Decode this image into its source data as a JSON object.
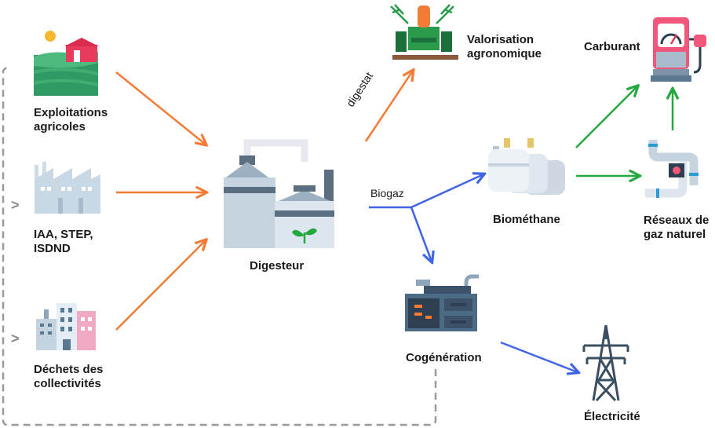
{
  "colors": {
    "feed_arrow": "#f47b35",
    "biogas_arrow": "#3f64e6",
    "biomethane_arrow": "#22a83c",
    "return_path": "#9a9a9a"
  },
  "nodes": {
    "farms": {
      "icon": "farm-icon",
      "lines": [
        "Exploitations",
        "agricoles"
      ]
    },
    "industry": {
      "icon": "factory-icon",
      "lines": [
        "IAA, STEP,",
        "ISDND"
      ]
    },
    "community": {
      "icon": "city-buildings-icon",
      "lines": [
        "Déchets des",
        "collectivités"
      ]
    },
    "digester": {
      "icon": "digester-plant-icon",
      "lines": [
        "Digesteur"
      ]
    },
    "agronomic": {
      "icon": "tractor-icon",
      "lines": [
        "Valorisation",
        "agronomique"
      ]
    },
    "biomethane": {
      "icon": "gas-tanks-icon",
      "lines": [
        "Biométhane"
      ]
    },
    "fuel": {
      "icon": "fuel-pump-icon",
      "lines": [
        "Carburant"
      ]
    },
    "gas_network": {
      "icon": "pipes-icon",
      "lines": [
        "Réseaux de",
        "gaz naturel"
      ]
    },
    "cogeneration": {
      "icon": "generator-icon",
      "lines": [
        "Cogénération"
      ]
    },
    "electricity": {
      "icon": "power-pylon-icon",
      "lines": [
        "Électricité"
      ]
    }
  },
  "edges": {
    "digestate_label": "digestat",
    "biogas_label": "Biogaz",
    "chevron": ">"
  }
}
